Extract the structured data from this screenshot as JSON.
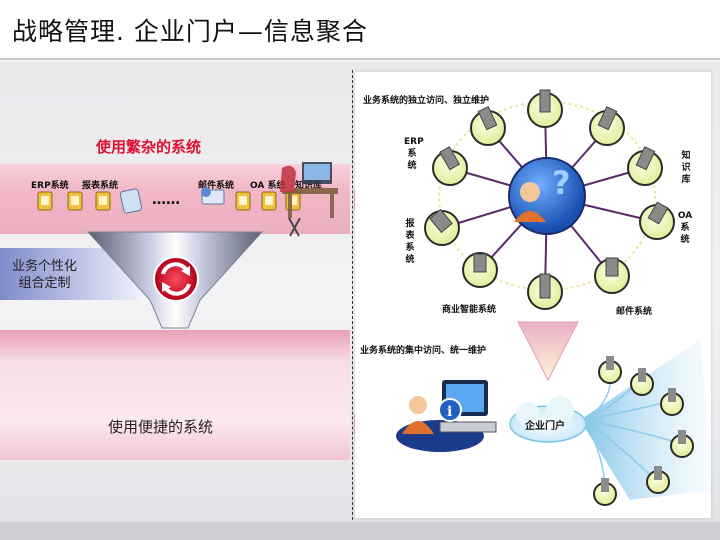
{
  "slide": {
    "title": "战略管理. 企业门户—信息聚合"
  },
  "left": {
    "heading": "使用繁杂的系统",
    "systems": [
      {
        "label": "ERP系统"
      },
      {
        "label": "报表系统"
      },
      {
        "label": "……"
      },
      {
        "label": "邮件系统"
      },
      {
        "label": "OA 系统"
      },
      {
        "label": "知识库"
      }
    ],
    "customize_label": "业务个性化\n组合定制",
    "result_label": "使用便捷的系统"
  },
  "right": {
    "top_caption": "业务系统的独立访问、独立维护",
    "nodes": {
      "erp": "ERP\n系\n统",
      "zhishiku": "知\n识\n库",
      "oa": "OA\n系\n统",
      "baobiao": "报\n表\n系\n统",
      "bi": "商业智能系统",
      "mail": "邮件系统"
    },
    "bottom_caption": "业务系统的集中访问、统一维护",
    "portal_label": "企业门户"
  },
  "colors": {
    "pink_band": "#f2b6c6",
    "accent_red": "#e01030",
    "blue_band": "#9ea8d6",
    "hub_blue": "#2f6fd0"
  }
}
